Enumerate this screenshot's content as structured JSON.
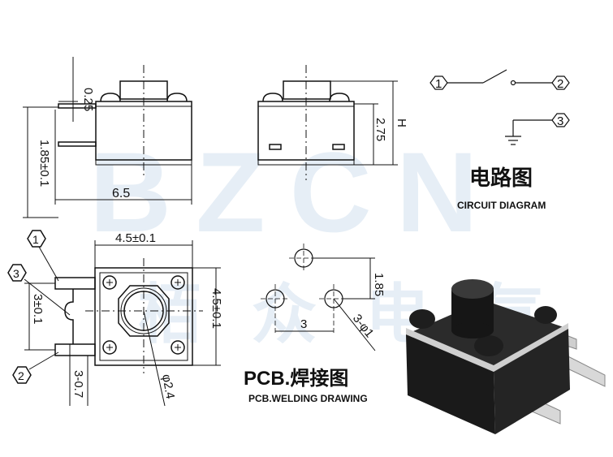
{
  "watermark": {
    "latin": "BZCN",
    "cjk": "栢众电气"
  },
  "front_view": {
    "lead_thickness": "0.25",
    "lead_length": "1.85±0.1",
    "body_width": "6.5"
  },
  "side_view": {
    "stem_height": "2.75",
    "total_height": "H"
  },
  "circuit": {
    "title_cn": "电路图",
    "title_en": "CIRCUIT DIAGRAM",
    "pins": [
      "1",
      "2",
      "3"
    ]
  },
  "top_view": {
    "width": "4.5±0.1",
    "height": "4.5±0.1",
    "pin_pitch": "3±0.1",
    "lead_width": "3-0.7",
    "button_dia": "φ2.4",
    "pins": [
      "1",
      "3",
      "2"
    ]
  },
  "pcb": {
    "title_cn": "PCB.焊接图",
    "title_en": "PCB.WELDING DRAWING",
    "row_spacing": "1.85",
    "col_spacing": "3",
    "hole_dia": "3-φ1"
  }
}
